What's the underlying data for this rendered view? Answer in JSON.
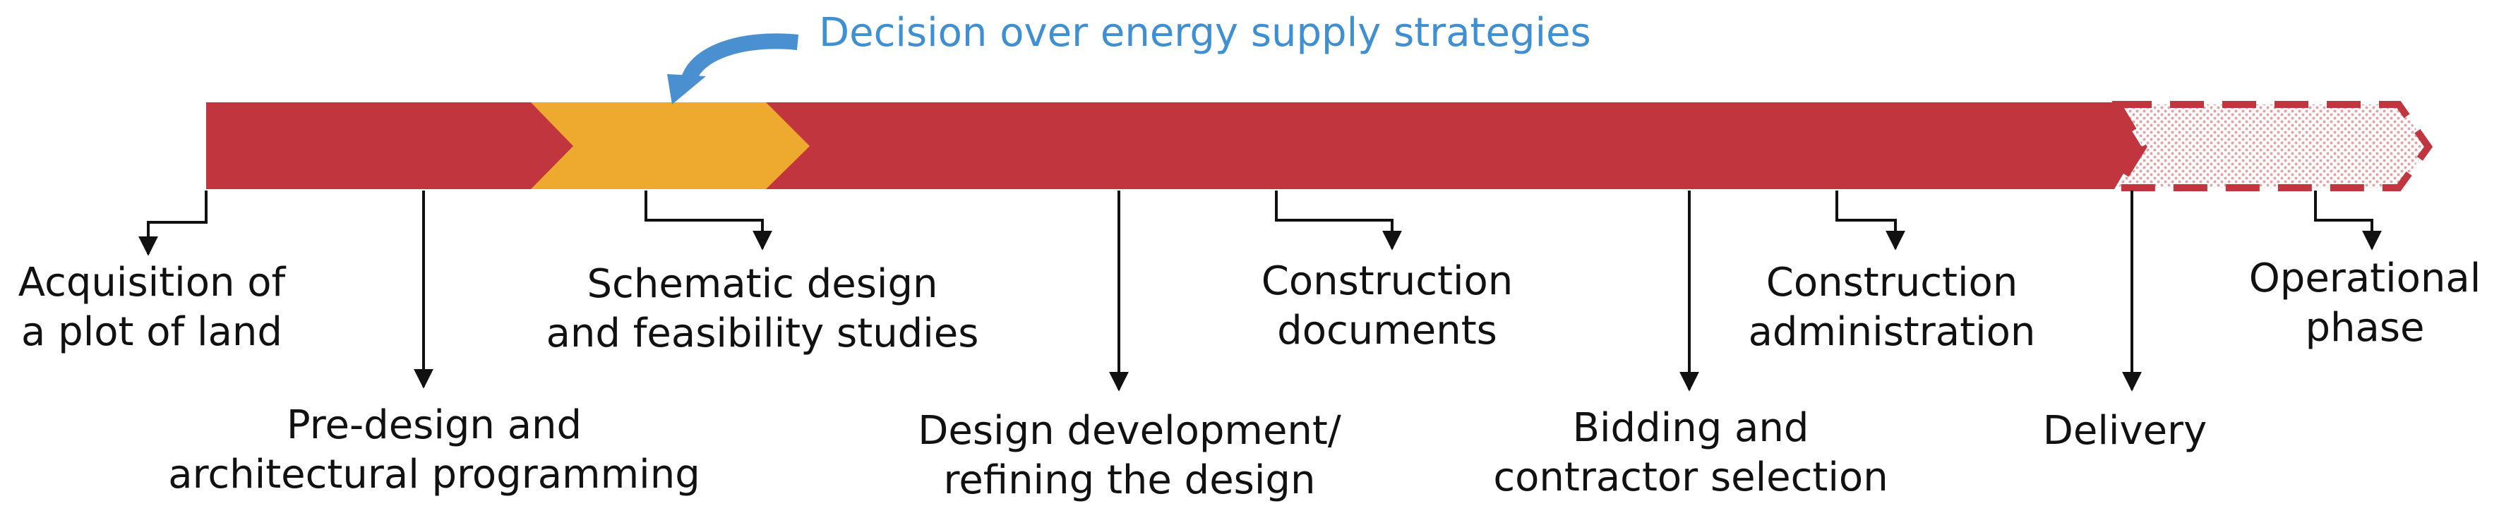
{
  "annotation": {
    "text": "Decision over energy supply strategies",
    "color": "#3f8fd3"
  },
  "colors": {
    "phase_bar": "#c0353e",
    "highlight": "#eeaa2e",
    "connector": "#111111"
  },
  "phases": [
    {
      "line1": "Acquisition of",
      "line2": "a plot of land"
    },
    {
      "line1": "Pre-design and",
      "line2": "architectural programming"
    },
    {
      "line1": "Schematic design",
      "line2": "and feasibility studies"
    },
    {
      "line1": "Design development/",
      "line2": "refining the design"
    },
    {
      "line1": "Construction",
      "line2": "documents"
    },
    {
      "line1": "Bidding and",
      "line2": "contractor selection"
    },
    {
      "line1": "Construction",
      "line2": "administration"
    },
    {
      "line1": "Delivery",
      "line2": ""
    },
    {
      "line1": "Operational",
      "line2": "phase"
    }
  ]
}
